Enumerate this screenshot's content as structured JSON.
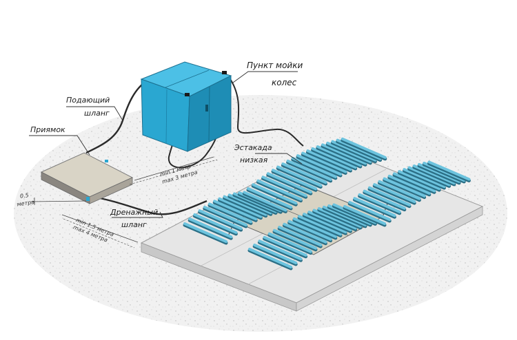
{
  "labels": {
    "wash_unit_line1": "Пункт мойки",
    "wash_unit_line2": "колес",
    "supply_hose_line1": "Подающий",
    "supply_hose_line2": "шланг",
    "sump": "Приямок",
    "overpass_line1": "Эстакада",
    "overpass_line2": "низкая",
    "drain_hose_line1": "Дренажный",
    "drain_hose_line2": "шланг"
  },
  "dimensions": {
    "sump_offset_line1": "0.5",
    "sump_offset_line2": "метра",
    "unit_distance_line1": "min 1 метр",
    "unit_distance_line2": "max 3 метра",
    "drain_distance_line1": "min 1.5 метра",
    "drain_distance_line2": "max 4 метра"
  },
  "colors": {
    "unit": "#2aa7d1",
    "rollers": "#6cc3de",
    "concrete": "#ebebeb",
    "sump": "#d9d4c6"
  }
}
